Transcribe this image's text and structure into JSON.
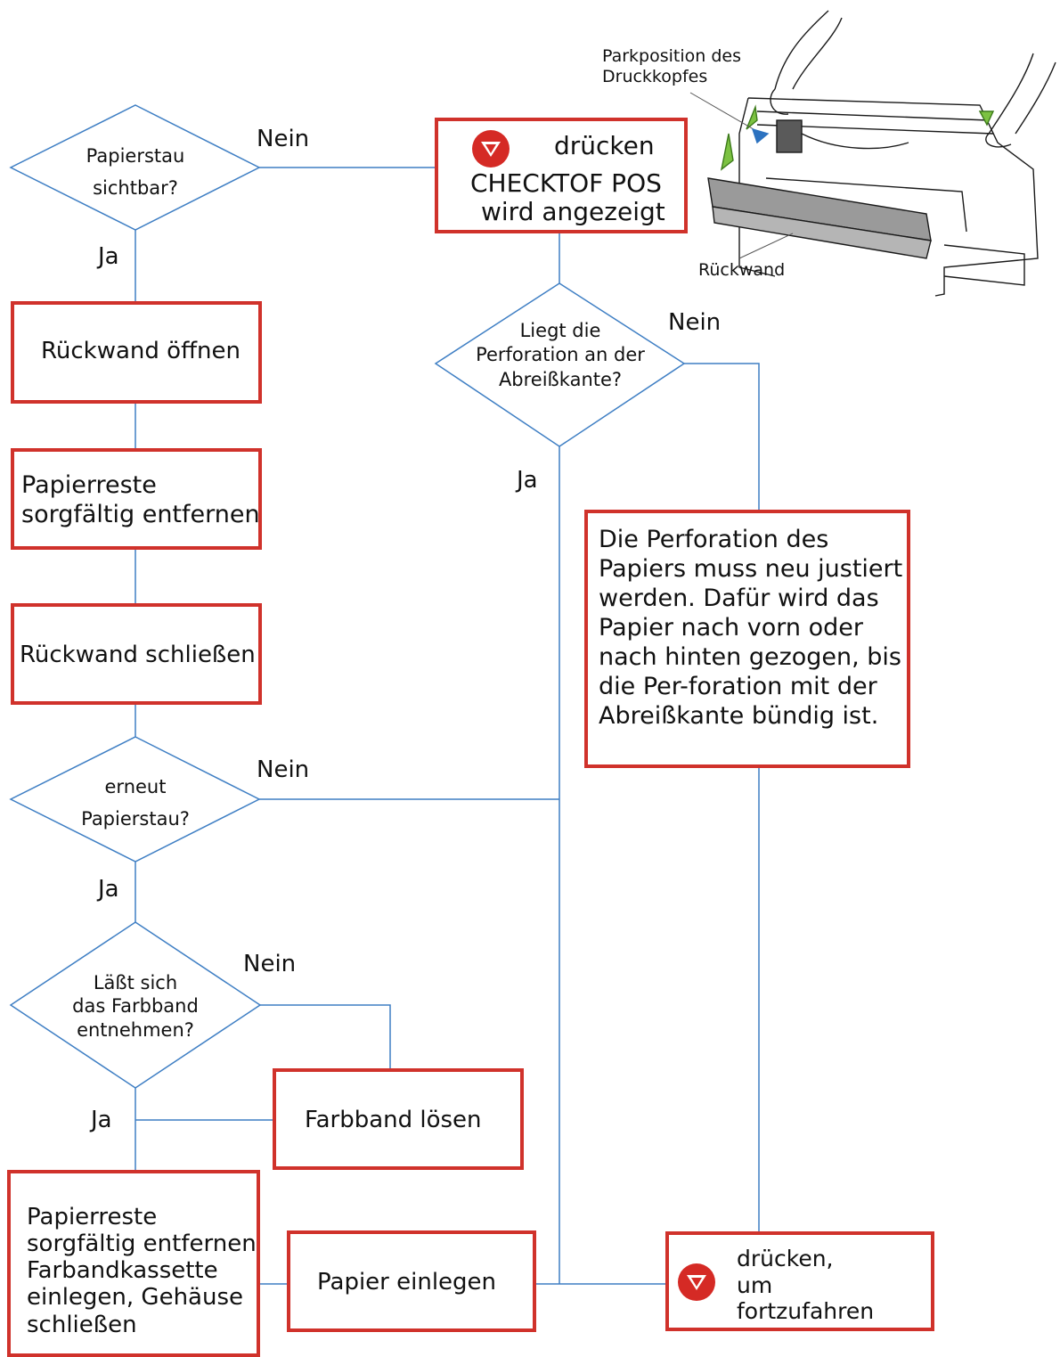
{
  "illustration": {
    "label_park": [
      "Parkposition des",
      "Druckkopfes"
    ],
    "label_back": "Rückwand",
    "arrow_color": "#7cc242",
    "pointer_color": "#2c72c0"
  },
  "decisions": {
    "d1": {
      "lines": [
        "Papierstau",
        "sichtbar?"
      ]
    },
    "d2": {
      "lines": [
        "Liegt die",
        "Perforation an der",
        "Abreißkante?"
      ]
    },
    "d3": {
      "lines": [
        "erneut",
        "Papierstau?"
      ]
    },
    "d4": {
      "lines": [
        "Läßt sich",
        "das Farbband",
        "entnehmen?"
      ]
    }
  },
  "boxes": {
    "check": {
      "icon": "stop-triangle-icon",
      "line1": "drücken",
      "line2": "CHECKTOF POS",
      "line3": "wird angezeigt"
    },
    "b_open": "Rückwand öffnen",
    "b_remove": [
      "Papierreste",
      "sorgfältig entfernen"
    ],
    "b_close": "Rückwand schließen",
    "b_perf": [
      "Die Perforation des",
      "Papiers muss neu justiert",
      "werden.  Dafür wird das",
      "Papier nach vorn oder",
      "nach hinten gezogen, bis",
      "die Per-foration mit der",
      "Abreißkante bündig ist."
    ],
    "b_release": "Farbband lösen",
    "b_final": [
      "Papierreste",
      "sorgfältig entfernen",
      "Farbandkassette",
      "einlegen, Gehäuse",
      "schließen"
    ],
    "b_insert": "Papier einlegen",
    "b_continue": {
      "icon": "stop-triangle-icon",
      "lines": [
        "drücken,",
        "um",
        "fortzufahren"
      ]
    }
  },
  "edge_labels": {
    "nein1": "Nein",
    "ja1": "Ja",
    "nein2": "Nein",
    "ja2": "Ja",
    "nein3": "Nein",
    "ja3": "Ja",
    "nein4": "Nein",
    "ja4": "Ja"
  },
  "colors": {
    "box_border": "#d0322b",
    "connector": "#3f7fc4",
    "diamond": "#3f7fc4",
    "icon_red": "#d52a25"
  }
}
